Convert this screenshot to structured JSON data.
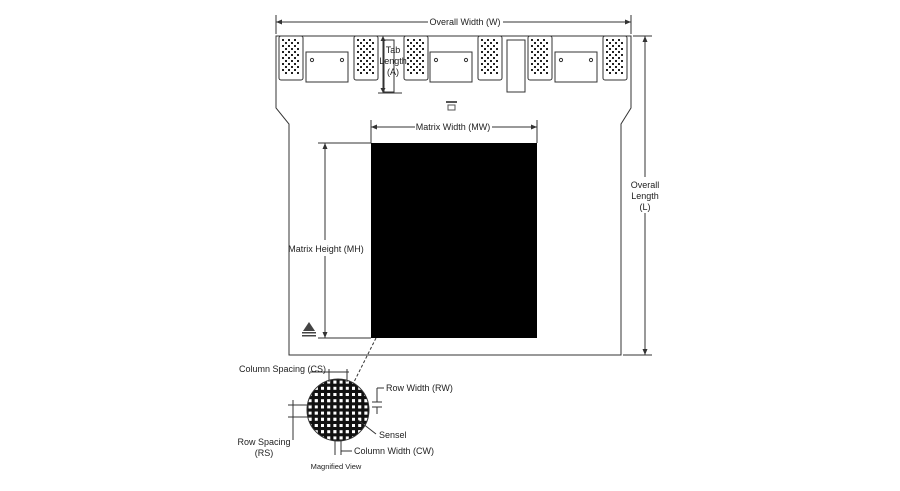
{
  "labels": {
    "overall_width": "Overall Width (W)",
    "tab_length": [
      "Tab",
      "Length",
      "(A)"
    ],
    "matrix_width": "Matrix Width (MW)",
    "overall_length": [
      "Overall",
      "Length",
      "(L)"
    ],
    "matrix_height": "Matrix Height (MH)",
    "column_spacing": "Column Spacing (CS)",
    "row_width": "Row Width (RW)",
    "row_spacing": [
      "Row Spacing",
      "(RS)"
    ],
    "sensel": "Sensel",
    "column_width": "Column Width (CW)",
    "magnified_view": "Magnified View"
  },
  "tabs": {
    "count": 6
  },
  "colors": {
    "line": "#333333",
    "matrix": "#000000",
    "background": "#ffffff"
  }
}
